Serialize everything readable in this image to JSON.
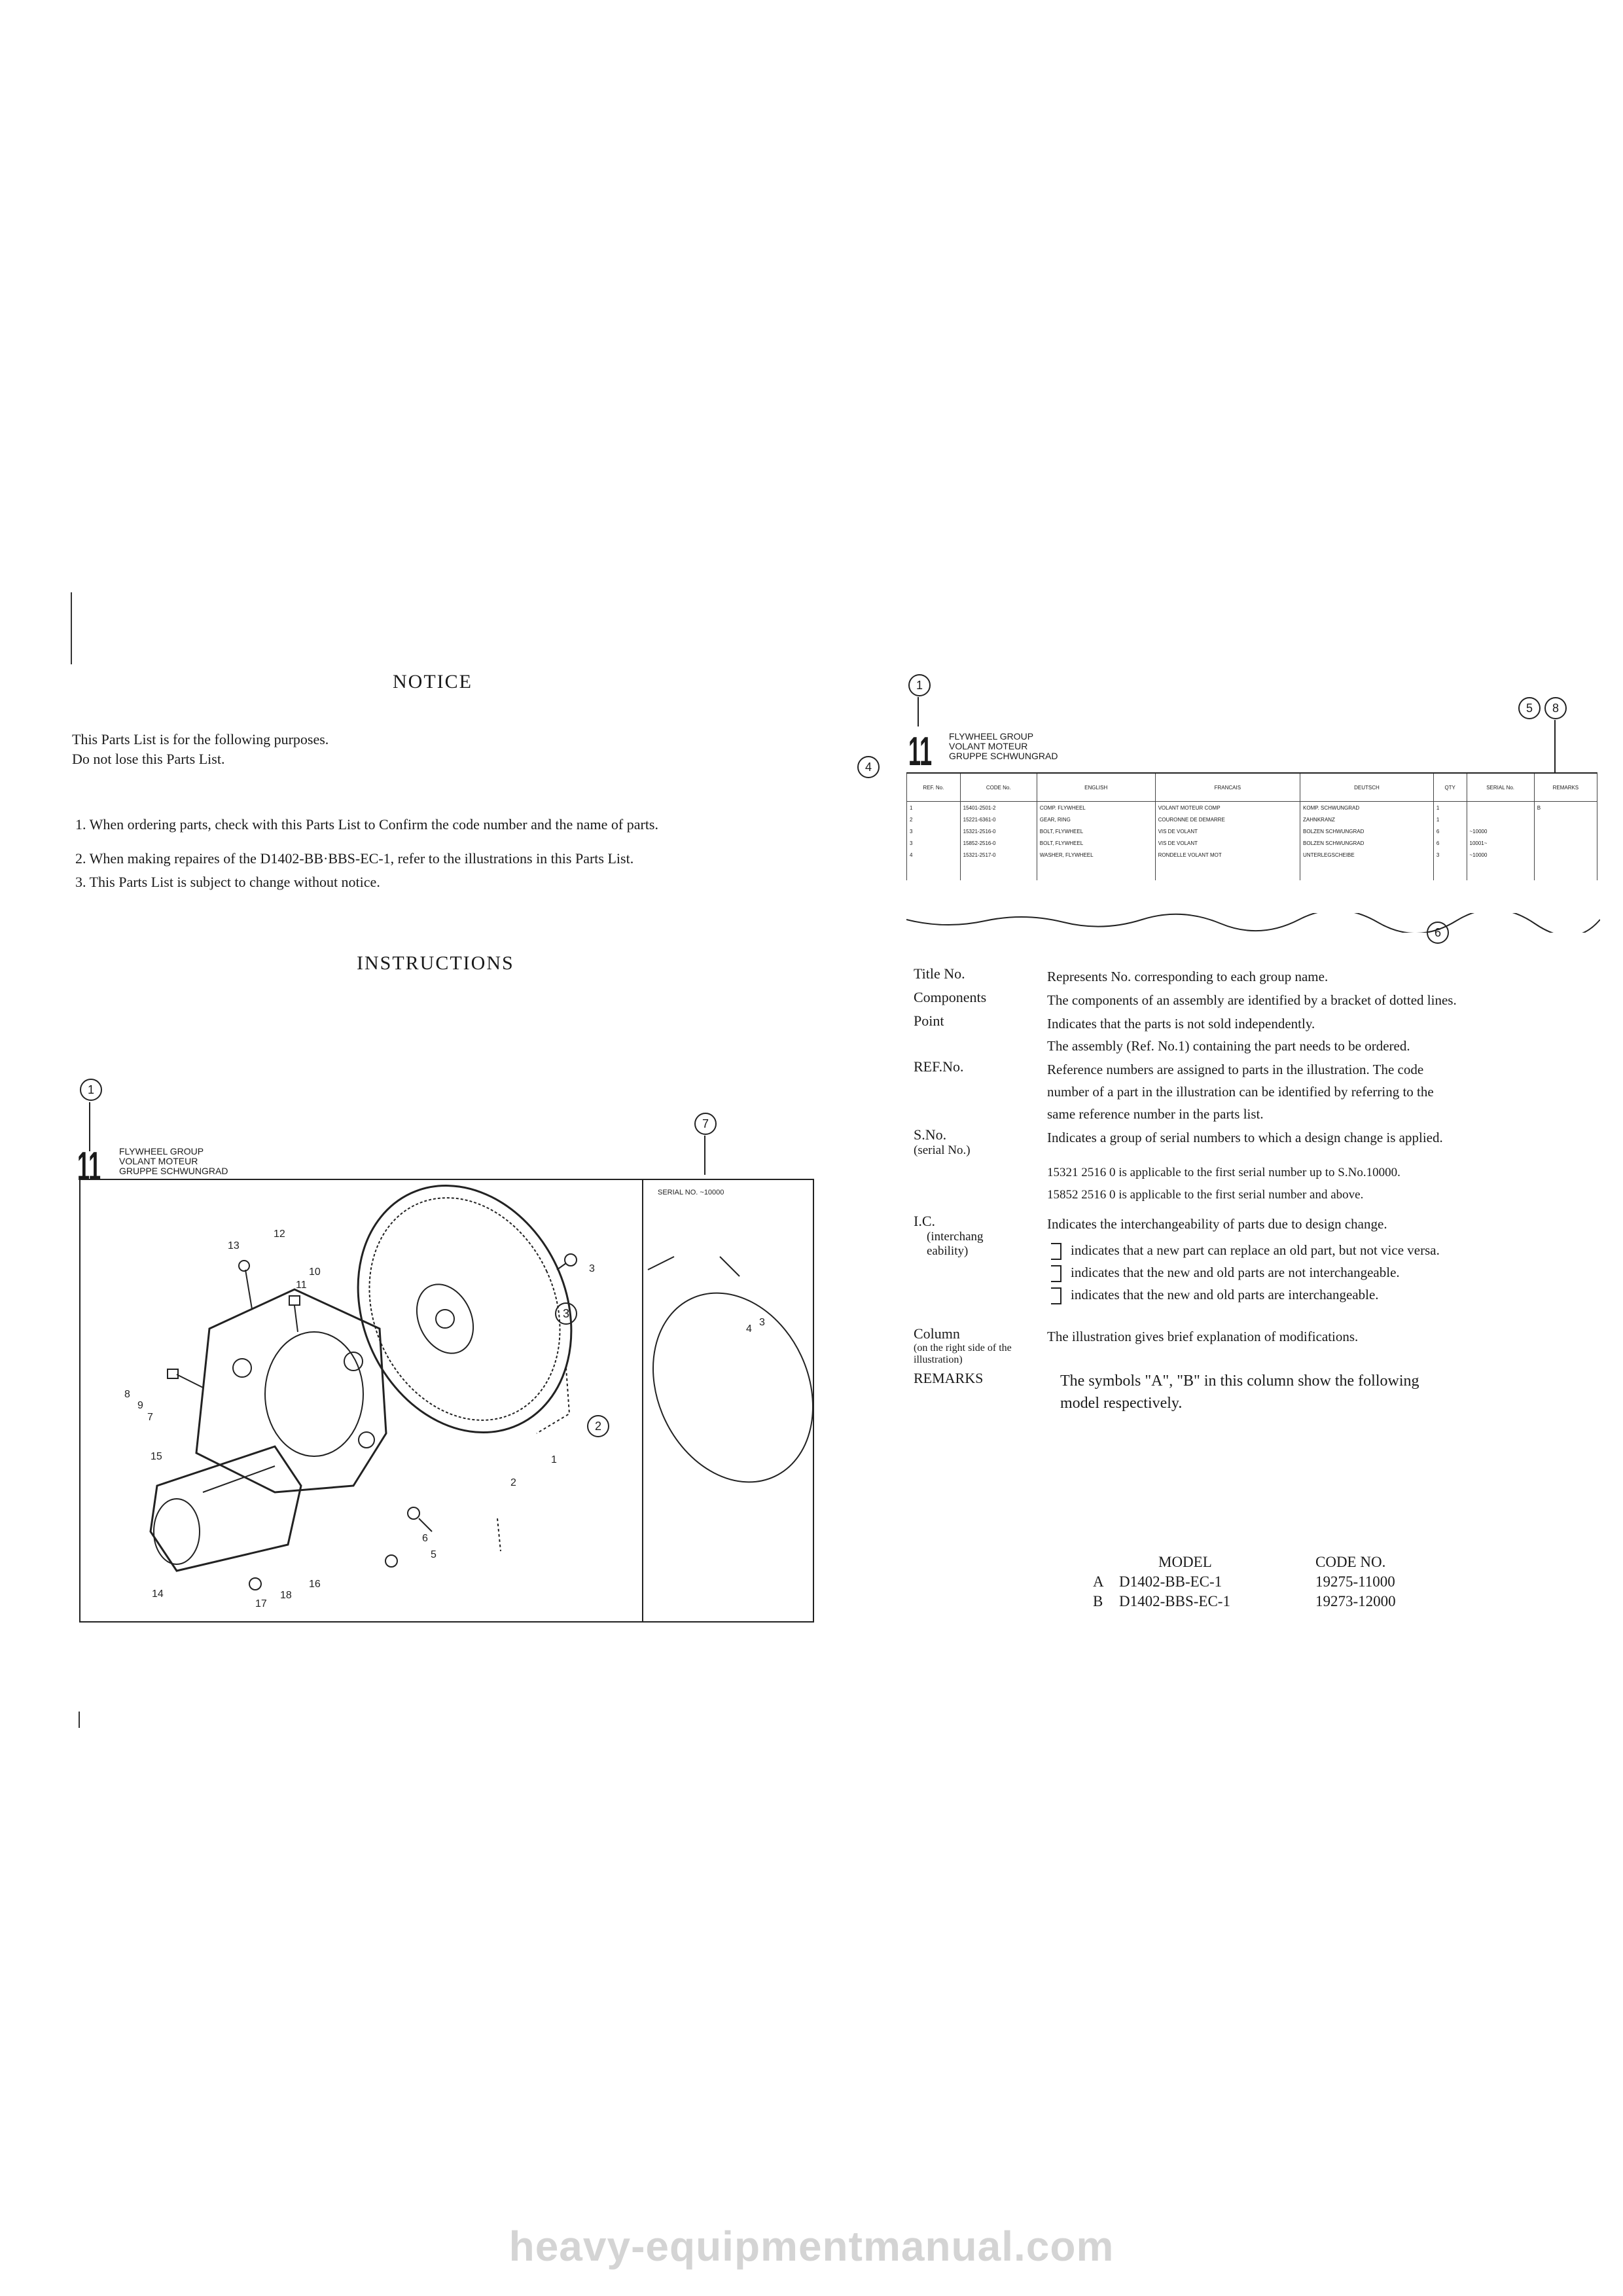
{
  "notice": {
    "title": "NOTICE",
    "intro": [
      "This Parts List is for the following purposes.",
      "Do not lose this Parts List."
    ],
    "items": [
      "1. When ordering parts, check with this Parts List to Confirm the code number and the name of parts.",
      "2. When making repaires of the D1402-BB·BBS-EC-1, refer to the illustrations in this Parts List.",
      "3. This Parts List is subject to change without notice."
    ]
  },
  "instructions": {
    "title": "INSTRUCTIONS"
  },
  "group": {
    "number": "11",
    "en": "FLYWHEEL GROUP",
    "fr": "VOLANT MOTEUR",
    "de": "GRUPPE SCHWUNGRAD"
  },
  "callouts": {
    "c1": "1",
    "c2": "2",
    "c3": "3",
    "c4": "4",
    "c5": "5",
    "c6": "6",
    "c7": "7",
    "c8": "8"
  },
  "illustration": {
    "column_header": "SERIAL NO. ~10000",
    "ref_numbers": [
      "1",
      "2",
      "3",
      "4",
      "5",
      "6",
      "7",
      "8",
      "9",
      "10",
      "11",
      "12",
      "13",
      "14",
      "15",
      "16",
      "17",
      "18"
    ]
  },
  "sample_table": {
    "headers": [
      "REF. No.",
      "CODE No.",
      "ENGLISH",
      "FRANCAIS",
      "DEUTSCH",
      "QTY",
      "SERIAL No.",
      "REMARKS"
    ],
    "rows": [
      [
        "1",
        "15401-2501-2",
        "COMP. FLYWHEEL",
        "VOLANT MOTEUR COMP",
        "KOMP. SCHWUNGRAD",
        "1",
        "",
        "B"
      ],
      [
        "2",
        "15221-6361-0",
        "GEAR, RING",
        "COURONNE DE DEMARRE",
        "ZAHNKRANZ",
        "1",
        "",
        ""
      ],
      [
        "3",
        "15321-2516-0",
        "BOLT, FLYWHEEL",
        "VIS DE VOLANT",
        "BOLZEN SCHWUNGRAD",
        "6",
        "~10000",
        ""
      ],
      [
        "3",
        "15852-2516-0",
        "BOLT, FLYWHEEL",
        "VIS DE VOLANT",
        "BOLZEN SCHWUNGRAD",
        "6",
        "10001~",
        ""
      ],
      [
        "4",
        "15321-2517-0",
        "WASHER, FLYWHEEL",
        "RONDELLE VOLANT MOT",
        "UNTERLEGSCHEIBE",
        "3",
        "~10000",
        ""
      ]
    ]
  },
  "explanations": [
    {
      "label": "Title No.",
      "text": [
        "Represents No. corresponding to each group name."
      ]
    },
    {
      "label": "Components",
      "text": [
        "The components of an assembly are identified by a bracket of dotted lines."
      ]
    },
    {
      "label": "Point",
      "text": [
        "Indicates that the parts is not sold independently.",
        "The assembly (Ref. No.1) containing the part needs to be ordered."
      ]
    },
    {
      "label": "REF.No.",
      "text": [
        "Reference numbers are assigned to parts in the illustration. The code",
        "number of a part in the illustration can be identified by referring to the",
        "same reference number in the parts list."
      ]
    },
    {
      "label": "S.No.",
      "sublabel": "(serial No.)",
      "text": [
        "Indicates a group of serial numbers to which a design change is applied.",
        "",
        "15321 2516 0 is applicable to the first serial number up to S.No.10000.",
        "15852 2516 0 is applicable to the first serial number and above."
      ]
    },
    {
      "label": "I.C.",
      "sublabel": "(interchang eability)",
      "text": [
        "Indicates the interchangeability of parts due to design change."
      ],
      "sub": [
        "indicates that a new part can replace an old part, but not vice versa.",
        "indicates that the new and old parts are not interchangeable.",
        "indicates that the new and old parts are interchangeable."
      ]
    },
    {
      "label": "Column",
      "sublabel": "(on the right side of the illustration)",
      "text": [
        "The illustration gives brief explanation of modifications."
      ]
    },
    {
      "label": "REMARKS",
      "text": [
        "The symbols \"A\", \"B\" in this column show the following",
        "model respectively."
      ]
    }
  ],
  "models": {
    "header_model": "MODEL",
    "header_code": "CODE NO.",
    "rows": [
      {
        "sym": "A",
        "model": "D1402-BB-EC-1",
        "code": "19275-11000"
      },
      {
        "sym": "B",
        "model": "D1402-BBS-EC-1",
        "code": "19273-12000"
      }
    ]
  },
  "watermark": "heavy-equipmentmanual.com"
}
